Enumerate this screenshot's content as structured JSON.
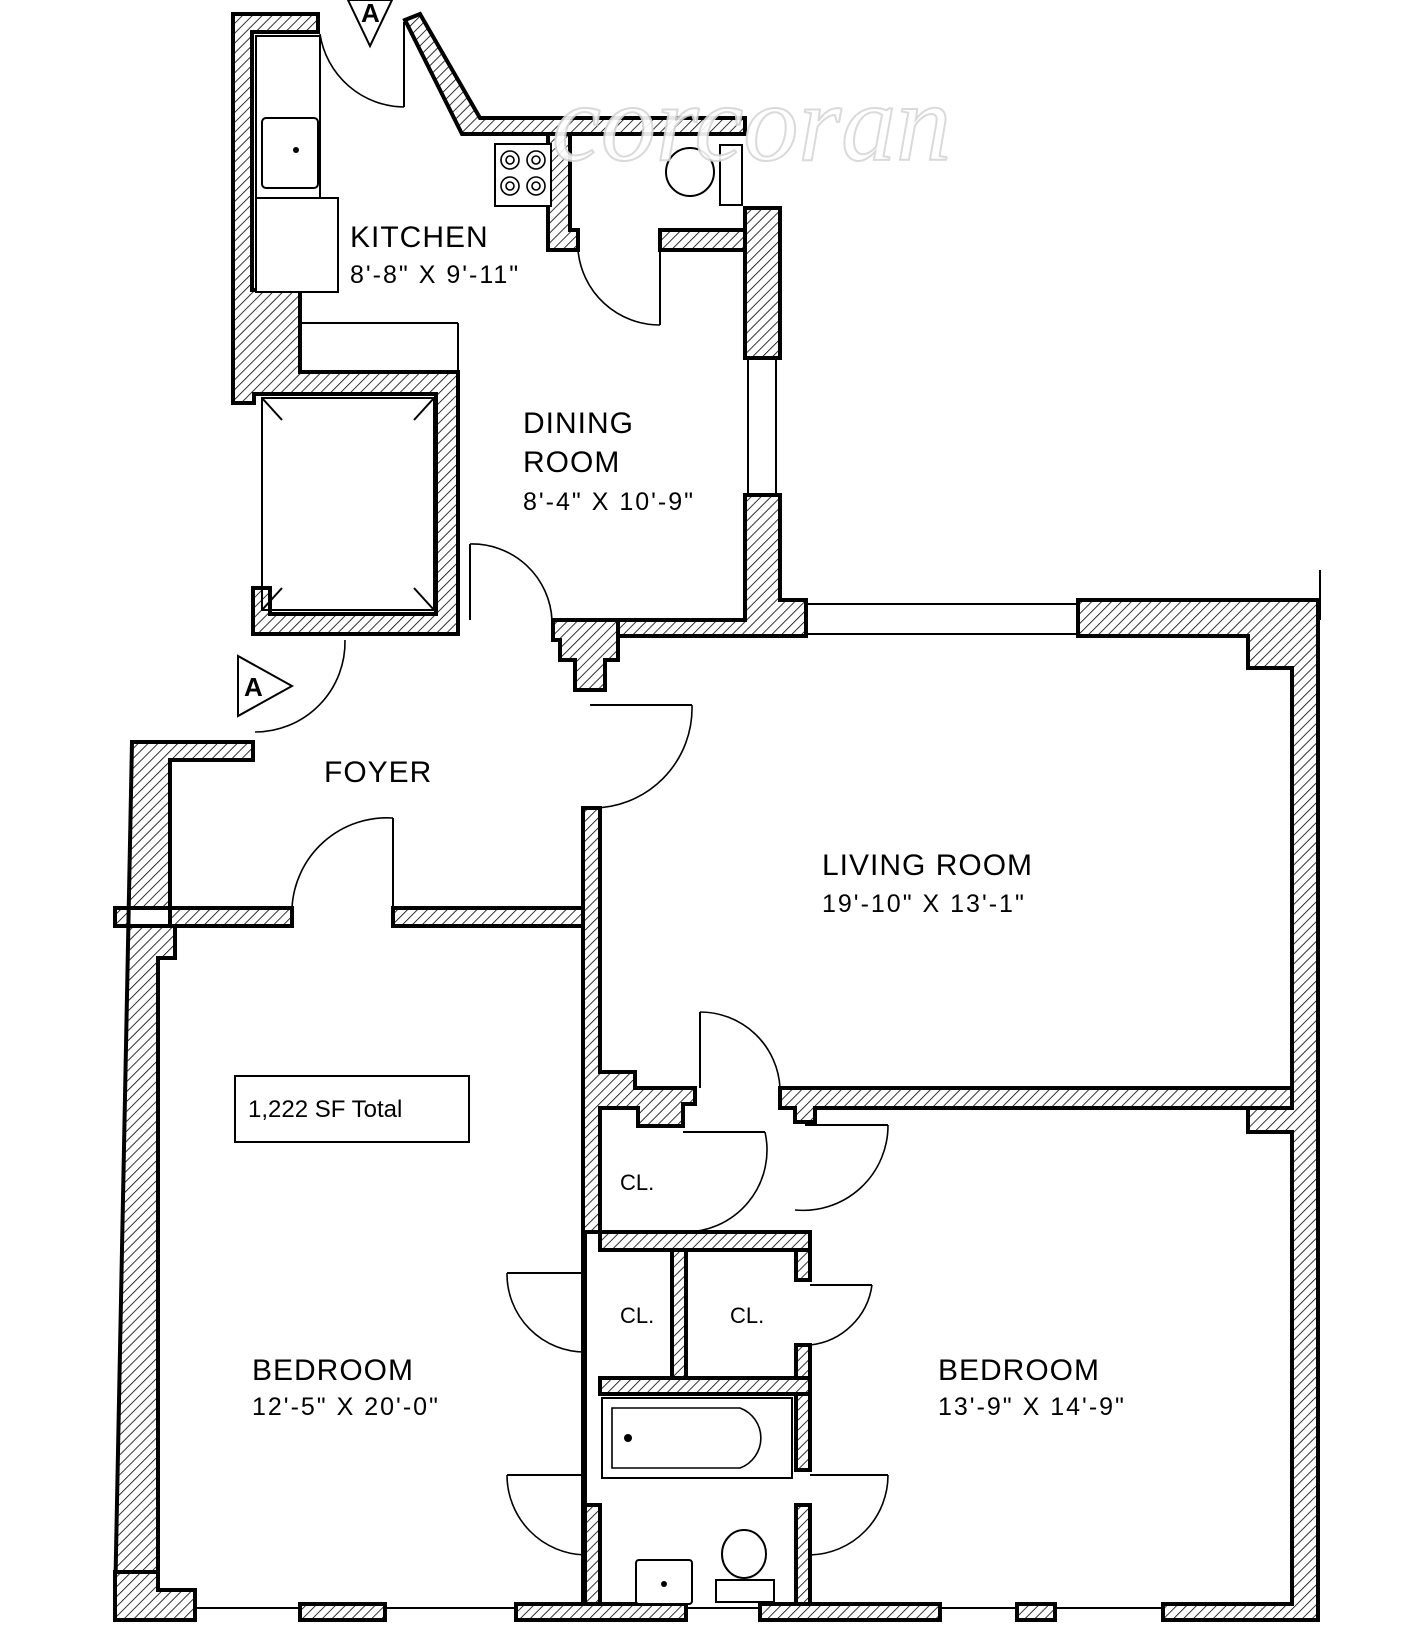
{
  "rooms": {
    "kitchen": {
      "name": "KITCHEN",
      "size": "8'-8\" X 9'-11\""
    },
    "dining": {
      "name_line1": "DINING",
      "name_line2": "ROOM",
      "size": "8'-4\" X 10'-9\""
    },
    "foyer": {
      "name": "FOYER"
    },
    "living": {
      "name": "LIVING  ROOM",
      "size": "19'-10\" X 13'-1\""
    },
    "bedroom_left": {
      "name": "BEDROOM",
      "size": "12'-5\" X 20'-0\""
    },
    "bedroom_right": {
      "name": "BEDROOM",
      "size": "13'-9\" X 14'-9\""
    },
    "closet": "CL."
  },
  "total_area": "1,222 SF Total",
  "section_marker": "A",
  "watermark": "corcoran",
  "colors": {
    "line": "#000000",
    "background": "#ffffff",
    "watermark_stroke": "#d6d6d6"
  }
}
